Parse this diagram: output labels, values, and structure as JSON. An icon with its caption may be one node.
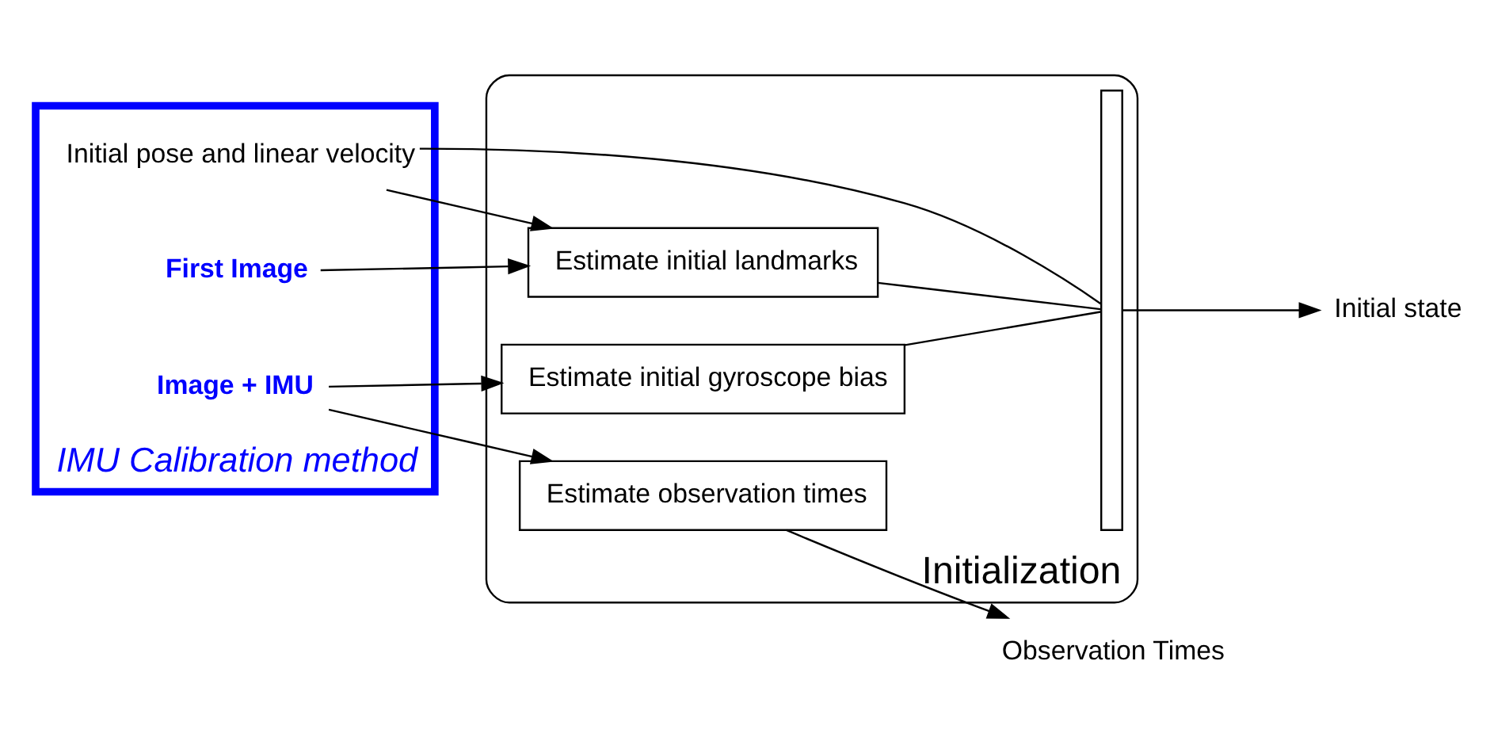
{
  "diagram": {
    "nodes": [
      {
        "text": [
          "IMU Calibration method"
        ]
      },
      {
        "text": [
          "Initial pose and linear velocity"
        ],
        "in": 0
      },
      {
        "text": [
          "First Image"
        ],
        "in": 0
      },
      {
        "text": [
          "Image + IMU"
        ],
        "in": 0
      },
      {
        "text": [
          "Initialization"
        ]
      },
      {
        "text": [
          "Estimate initial landmarks"
        ],
        "in": 4
      },
      {
        "text": [
          "Estimate initial gyroscope bias"
        ],
        "in": 4
      },
      {
        "text": [
          "Estimate observation times"
        ],
        "in": 4
      },
      {
        "text": [],
        "shape": "bar",
        "in": 4
      },
      {
        "text": [
          "Initial state"
        ]
      },
      {
        "text": [
          "Observation Times"
        ]
      }
    ],
    "edges": [
      {
        "from": 1,
        "to": 8,
        "arrow": "none"
      },
      {
        "from": 1,
        "to": 5,
        "arrow": "to"
      },
      {
        "from": 2,
        "to": 5,
        "arrow": "to"
      },
      {
        "from": 3,
        "to": 6,
        "arrow": "to"
      },
      {
        "from": 3,
        "to": 7,
        "arrow": "to"
      },
      {
        "from": 5,
        "to": 8,
        "arrow": "none"
      },
      {
        "from": 6,
        "to": 8,
        "arrow": "none"
      },
      {
        "from": 8,
        "to": 9,
        "arrow": "to"
      },
      {
        "from": 7,
        "to": 10,
        "arrow": "to"
      }
    ]
  }
}
